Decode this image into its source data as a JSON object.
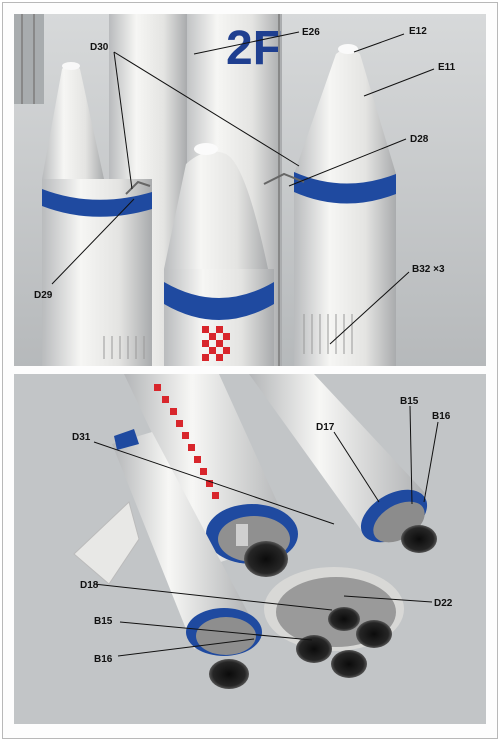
{
  "top_photo": {
    "labels": {
      "e26": "E26",
      "e12": "E12",
      "e11": "E11",
      "d30": "D30",
      "d28": "D28",
      "d29": "D29",
      "b32": "B32 ×3"
    },
    "core_marking": "2F"
  },
  "bottom_photo": {
    "labels": {
      "b15_top": "B15",
      "b16_top": "B16",
      "d31": "D31",
      "d17": "D17",
      "d18": "D18",
      "d22": "D22",
      "b15_bottom": "B15",
      "b16_bottom": "B16"
    }
  },
  "colors": {
    "blue_band": "#1f4aa0",
    "checker_red": "#d8262c",
    "paper_white": "#f4f4f2"
  }
}
